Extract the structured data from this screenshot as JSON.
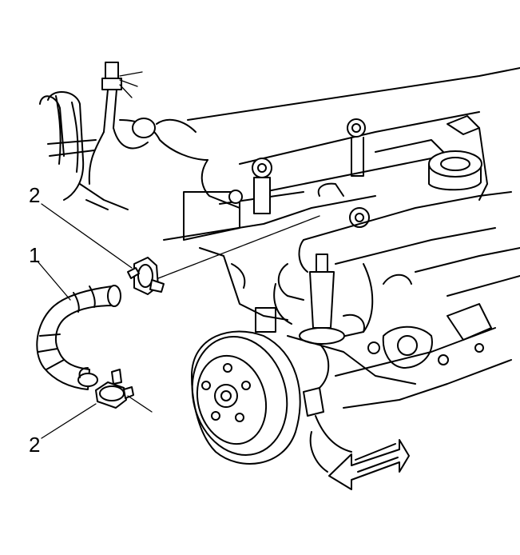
{
  "callouts": {
    "hose": "1",
    "clamp_upper": "2",
    "clamp_lower": "2"
  },
  "colors": {
    "line": "#000000",
    "background": "#ffffff"
  }
}
